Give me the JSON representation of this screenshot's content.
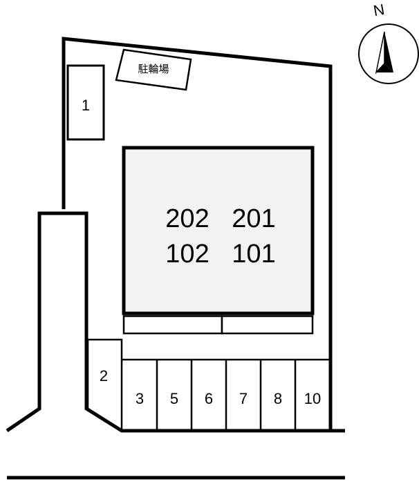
{
  "compass": {
    "north_label": "N"
  },
  "bicycle_parking": {
    "label": "駐輪場"
  },
  "building": {
    "units_upper": [
      "202",
      "201"
    ],
    "units_lower": [
      "102",
      "101"
    ],
    "fill_color": "#f2f2f2"
  },
  "parking_spaces": [
    "1",
    "2",
    "3",
    "5",
    "6",
    "7",
    "8",
    "10"
  ]
}
